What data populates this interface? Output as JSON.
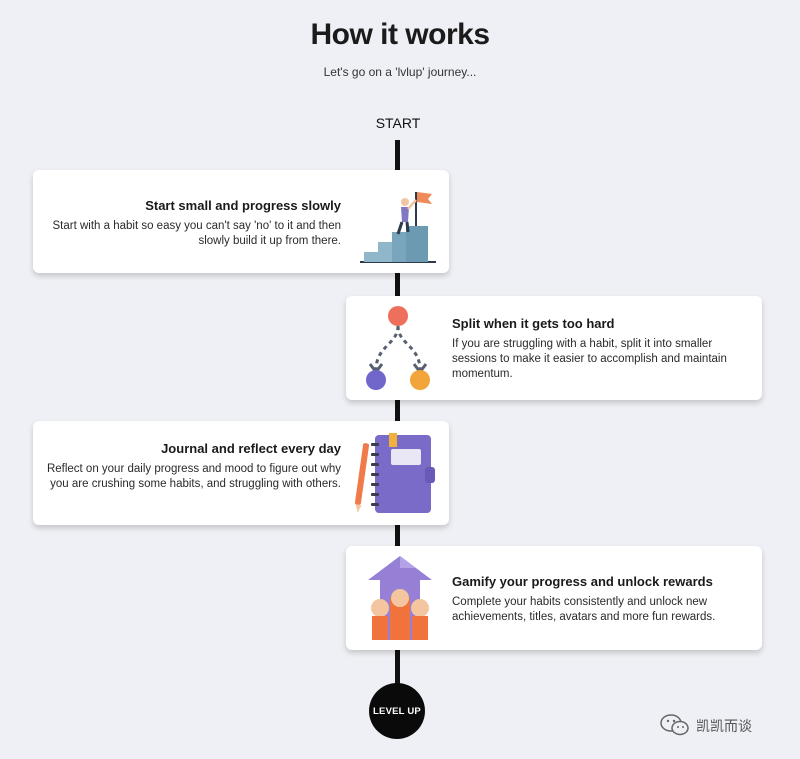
{
  "header": {
    "title": "How it works",
    "subtitle": "Let's go on a 'lvlup' journey..."
  },
  "timeline": {
    "start_label": "START",
    "end_label": "LEVEL UP"
  },
  "steps": [
    {
      "title": "Start small and progress slowly",
      "body": "Start with a habit so easy you can't say 'no' to it and then slowly build it up from there.",
      "icon": "stairs-flag-icon"
    },
    {
      "title": "Split when it gets too hard",
      "body": "If you are struggling with a habit, split it into smaller sessions to make it easier to accomplish and maintain momentum.",
      "icon": "split-branch-icon"
    },
    {
      "title": "Journal and reflect every day",
      "body": "Reflect on your daily progress and mood to figure out why you are crushing some habits, and struggling with others.",
      "icon": "journal-icon"
    },
    {
      "title": "Gamify your progress and unlock rewards",
      "body": "Complete your habits consistently and unlock new achievements, titles, avatars and more fun rewards.",
      "icon": "rewards-icon"
    }
  ],
  "watermark": {
    "text": "凯凯而谈",
    "icon": "wechat-icon"
  }
}
